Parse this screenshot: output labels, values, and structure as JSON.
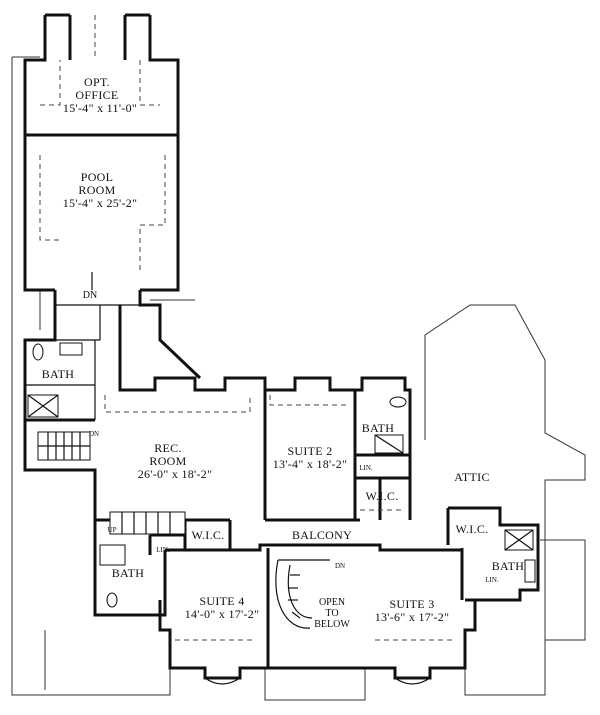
{
  "rooms": {
    "opt_office": {
      "name_line1": "OPT.",
      "name_line2": "OFFICE",
      "dims": "15'-4\" x 11'-0\""
    },
    "pool_room": {
      "name_line1": "POOL",
      "name_line2": "ROOM",
      "dims": "15'-4\" x 25'-2\""
    },
    "rec_room": {
      "name_line1": "REC.",
      "name_line2": "ROOM",
      "dims": "26'-0\" x 18'-2\""
    },
    "suite2": {
      "name": "SUITE 2",
      "dims": "13'-4\" x 18'-2\""
    },
    "suite3": {
      "name": "SUITE 3",
      "dims": "13'-6\" x 17'-2\""
    },
    "suite4": {
      "name": "SUITE 4",
      "dims": "14'-0\" x 17'-2\""
    },
    "attic": {
      "name": "ATTIC"
    },
    "balcony": {
      "name": "BALCONY"
    },
    "open_to_below": {
      "line1": "OPEN",
      "line2": "TO",
      "line3": "BELOW"
    },
    "bath_west": {
      "name": "BATH"
    },
    "bath_suite2": {
      "name": "BATH"
    },
    "bath_suite4": {
      "name": "BATH"
    },
    "bath_suite3": {
      "name": "BATH"
    },
    "wic_suite2": {
      "name": "W.I.C."
    },
    "wic_suite4": {
      "name": "W.I.C."
    },
    "wic_suite3": {
      "name": "W.I.C."
    },
    "lin_suite2": {
      "name": "LIN."
    },
    "lin_suite4": {
      "name": "LIN."
    },
    "lin_suite3": {
      "name": "LIN."
    }
  },
  "stairs": {
    "dn_pool": "DN",
    "dn_west": "DN",
    "up_rec": "UP",
    "dn_main": "DN"
  }
}
